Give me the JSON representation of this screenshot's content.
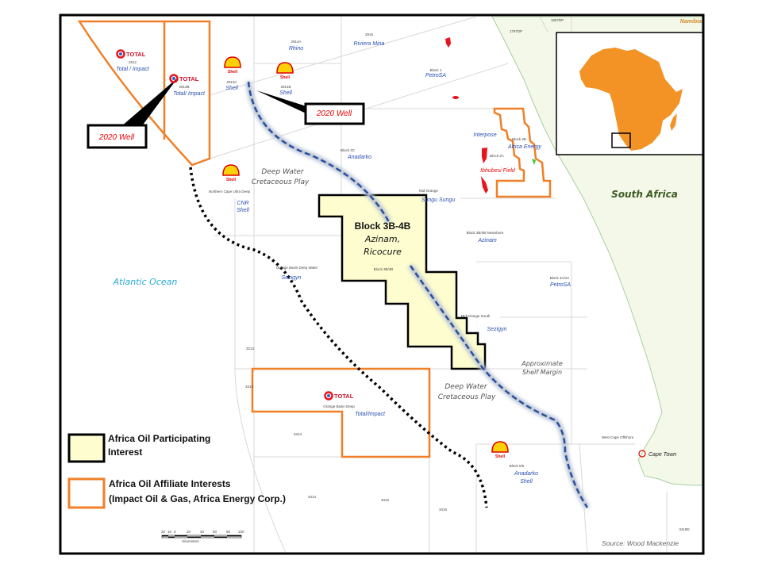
{
  "map": {
    "ocean_label": "Atlantic Ocean",
    "country_label": "South Africa",
    "neighbor_label": "Namibia",
    "city_label": "Cape Town",
    "source": "Source: Wood Mackenzie",
    "scale_bar": {
      "ticks": [
        "20",
        "10",
        "0",
        "20",
        "40",
        "60",
        "80",
        "100"
      ],
      "unit": "Kilometers"
    },
    "colors": {
      "participating_fill": "#fdfdcf",
      "affiliate_border": "#f07f27",
      "land": "#f4f8e8",
      "africa": "#f39325",
      "shelf_line": "#2a4f9a",
      "well_text": "#ee0000"
    },
    "focus_block": {
      "name": "Block 3B-4B",
      "operators_line1": "Azinam,",
      "operators_line2": "Ricocure",
      "code": "Block 3B/4B"
    },
    "plays": [
      {
        "line1": "Deep Water",
        "line2": "Cretaceous Play"
      },
      {
        "line1": "Deep Water",
        "line2": "Cretaceous Play"
      }
    ],
    "shelf_margin": {
      "line1": "Approximate",
      "line2": "Shelf Margin"
    },
    "callouts": [
      {
        "label": "2020 Well"
      },
      {
        "label": "2020 Well"
      }
    ],
    "blocks": [
      {
        "code": "2912",
        "operator": "Total / Impact"
      },
      {
        "code": "2913B",
        "operator": "Total/ Impact"
      },
      {
        "code": "2913A",
        "operator": "Shell"
      },
      {
        "code": "2914B",
        "operator": "Shell"
      },
      {
        "code": "2914A",
        "operator": "Rhino"
      },
      {
        "code": "2915",
        "operator": "Riviera Mina"
      },
      {
        "code": "Block 1",
        "operator": "PetroSA"
      },
      {
        "code": "Block 2C",
        "operator": "Anadarko"
      },
      {
        "code": "Northern Cape Ultra Deep",
        "operator_line1": "CNR",
        "operator_line2": "Shell"
      },
      {
        "code": "Mid-Orange",
        "operator": "Sungu Sungu"
      },
      {
        "code": "",
        "operator": "Interpose"
      },
      {
        "code": "Block 2B",
        "operator": "Africa Energy"
      },
      {
        "code": "Block 2A",
        "operator": "Ibhubesi Field"
      },
      {
        "code": "Block 3B/4B Nearshore",
        "operator": "Azinam"
      },
      {
        "code": "Orange Basin Deep Water",
        "operator": "Sezigyn"
      },
      {
        "code": "Block 3A/4A",
        "operator": "PetroSA"
      },
      {
        "code": "Mid-Orange South",
        "operator": "Sezigyn"
      },
      {
        "code": "Orange Basin Deep",
        "operator": "Total/Impact"
      },
      {
        "code": "Block 5/6",
        "operator_line1": "Anadarko",
        "operator_line2": "Shell"
      },
      {
        "code": "West Cape Offshore",
        "operator": ""
      }
    ],
    "grid_codes": [
      "3213",
      "3313",
      "3314",
      "3414",
      "3415",
      "3416",
      "3418D",
      "1807DP",
      "1797DP"
    ],
    "brands": {
      "shell": "Shell",
      "total": "TOTAL"
    }
  },
  "legend": {
    "participating": {
      "line1": "Africa Oil Participating",
      "line2": "Interest"
    },
    "affiliate": {
      "line1": "Africa Oil Affiliate Interests",
      "line2": "(Impact Oil & Gas, Africa Energy Corp.)"
    }
  }
}
